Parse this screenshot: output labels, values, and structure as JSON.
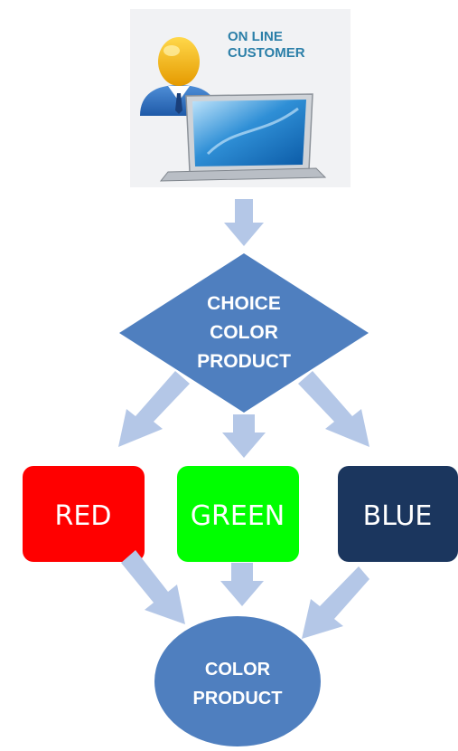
{
  "customer": {
    "line1": "ON LINE",
    "line2": "CUSTOMER"
  },
  "decision": {
    "line1": "CHOICE",
    "line2": "COLOR",
    "line3": "PRODUCT"
  },
  "options": [
    {
      "label": "RED",
      "color": "#ff0000"
    },
    {
      "label": "GREEN",
      "color": "#00ff00"
    },
    {
      "label": "BLUE",
      "color": "#1b365e"
    }
  ],
  "result": {
    "line1": "COLOR",
    "line2": "PRODUCT"
  },
  "colors": {
    "shape_blue": "#4f7fbf",
    "arrow": "#b4c7e7",
    "customer_text": "#2b7fa8",
    "customer_bg": "#f1f2f4"
  }
}
